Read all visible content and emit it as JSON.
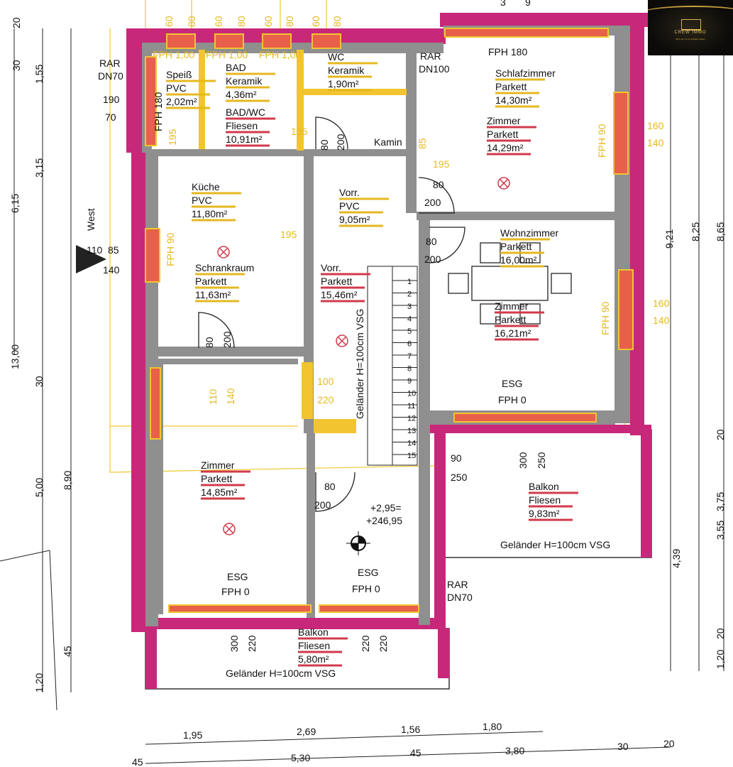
{
  "logo": {
    "brand": "CREW IMMO",
    "tagline": "Mehr als nur Immobilienmakler!"
  },
  "compass": {
    "label": "West"
  },
  "rooms": [
    {
      "name": "Speiß",
      "floor": "PVC",
      "area": "2,02m²"
    },
    {
      "name": "BAD",
      "floor": "Keramik",
      "area": "4,36m²"
    },
    {
      "name": "BAD/WC",
      "floor": "Fliesen",
      "area": "10,91m²"
    },
    {
      "name": "WC",
      "floor": "Keramik",
      "area": "1,90m²"
    },
    {
      "name": "Schlafzimmer",
      "floor": "Parkett",
      "area": "14,30m²"
    },
    {
      "name": "Zimmer",
      "floor": "Parkett",
      "area": "14,29m²"
    },
    {
      "name": "Küche",
      "floor": "PVC",
      "area": "11,80m²"
    },
    {
      "name": "Vorr.",
      "floor": "PVC",
      "area": "9,05m²"
    },
    {
      "name": "Schrankraum",
      "floor": "Parkett",
      "area": "11,63m²"
    },
    {
      "name": "Vorr.",
      "floor": "Parkett",
      "area": "15,46m²"
    },
    {
      "name": "Wohnzimmer",
      "floor": "Parkett",
      "area": "16,00m²"
    },
    {
      "name": "Zimmer",
      "floor": "Parkett",
      "area": "16,21m²"
    },
    {
      "name": "Zimmer",
      "floor": "Parkett",
      "area": "14,85m²"
    },
    {
      "name": "Balkon",
      "floor": "Fliesen",
      "area": "9,83m²"
    },
    {
      "name": "Balkon",
      "floor": "Fliesen",
      "area": "5,80m²"
    }
  ],
  "labels": {
    "fph180_top": "FPH 180",
    "fph180_left": "FPH 180",
    "fph90_left": "FPH 90",
    "fph90_right1": "FPH 90",
    "fph90_right2": "FPH 90",
    "fph100": [
      "FPH 1,00",
      "FPH 1,00",
      "FPH 1,00"
    ],
    "esg": "ESG",
    "fph0": "FPH 0",
    "rar": "RAR",
    "dn70": "DN70",
    "dn100": "DN100",
    "kamin": "Kamin",
    "level": "+2,95=",
    "level_abs": "+246,95",
    "railing": "Geländer H=100cm VSG",
    "stairs": [
      "1",
      "2",
      "3",
      "4",
      "5",
      "6",
      "7",
      "8",
      "9",
      "10",
      "11",
      "12",
      "13",
      "14",
      "15"
    ]
  },
  "dimensions": {
    "left": [
      "20",
      "30",
      "1,55",
      "6,15",
      "3,15",
      "30",
      "5,00",
      "8,90",
      "1,20",
      "45",
      "13,00"
    ],
    "left_window": [
      "190",
      "70",
      "110",
      "85",
      "140"
    ],
    "bottom_row1": [
      "1,95",
      "2,69",
      "1,56",
      "1,80"
    ],
    "bottom_row2": [
      "45",
      "5,30",
      "45",
      "3,80",
      "30",
      "20"
    ],
    "right": [
      "9,21",
      "8,25",
      "8,65",
      "20",
      "3,55",
      "4,39",
      "1,20",
      "20",
      "3,75"
    ],
    "right_window": [
      "160",
      "140",
      "160",
      "140"
    ],
    "top": [
      "60",
      "80",
      "60",
      "80",
      "60",
      "80",
      "60",
      "80",
      "3",
      "9"
    ],
    "doors": [
      "80",
      "200",
      "80",
      "200",
      "80",
      "200",
      "80",
      "200",
      "80",
      "200",
      "90",
      "250",
      "300",
      "250",
      "300",
      "220",
      "220",
      "220",
      "195",
      "195",
      "195",
      "85",
      "195",
      "110",
      "140",
      "100",
      "220"
    ]
  }
}
